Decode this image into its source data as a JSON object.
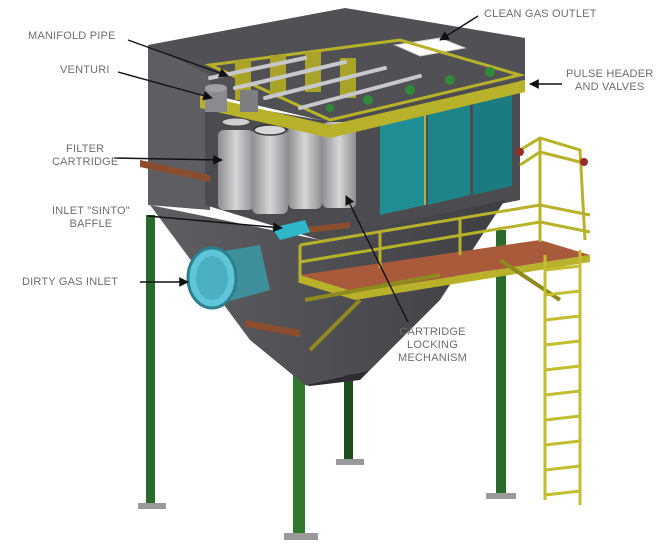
{
  "labels": {
    "clean_gas_outlet": [
      "CLEAN GAS OUTLET"
    ],
    "manifold_pipe": [
      "MANIFOLD PIPE"
    ],
    "venturi": [
      "VENTURI"
    ],
    "pulse_header": [
      "PULSE HEADER",
      "AND VALVES"
    ],
    "filter_cartridge": [
      "FILTER",
      "CARTRIDGE"
    ],
    "inlet_baffle": [
      "INLET \"SINTO\"",
      "BAFFLE"
    ],
    "dirty_gas_inlet": [
      "DIRTY GAS INLET"
    ],
    "locking_mechanism": [
      "CARTRIDGE",
      "LOCKING",
      "MECHANISM"
    ]
  },
  "colors": {
    "housing": "#5b5b5f",
    "housing_dark": "#47474b",
    "housing_light": "#7a7a7e",
    "frame_yellow": "#b8b22a",
    "frame_yellow_dark": "#8f8a1e",
    "legs_green": "#2a6a2a",
    "legs_green_dark": "#1e4e1e",
    "teal_panel": "#1f8f95",
    "cartridge_grey": "#b9b9bc",
    "grating": "#a85a3a",
    "inlet_cyan": "#5ec6d8",
    "label_grey": "#6e6e6e"
  }
}
